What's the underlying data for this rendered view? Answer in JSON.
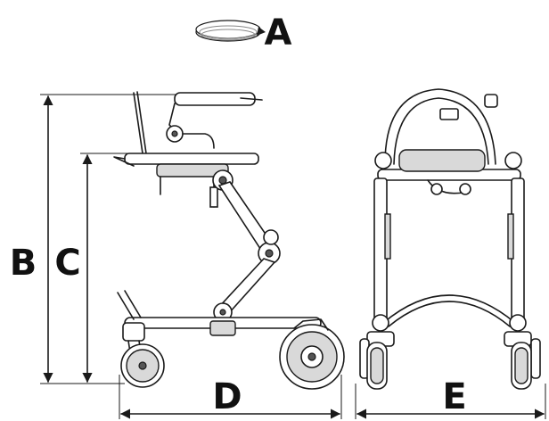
{
  "labels": {
    "a": "A",
    "b": "B",
    "c": "C",
    "d": "D",
    "e": "E"
  },
  "icons": {
    "rotation": "rotation-ring-icon"
  },
  "colors": {
    "ink": "#1a1a1a",
    "rotation_fill": "#cfcfcf"
  }
}
